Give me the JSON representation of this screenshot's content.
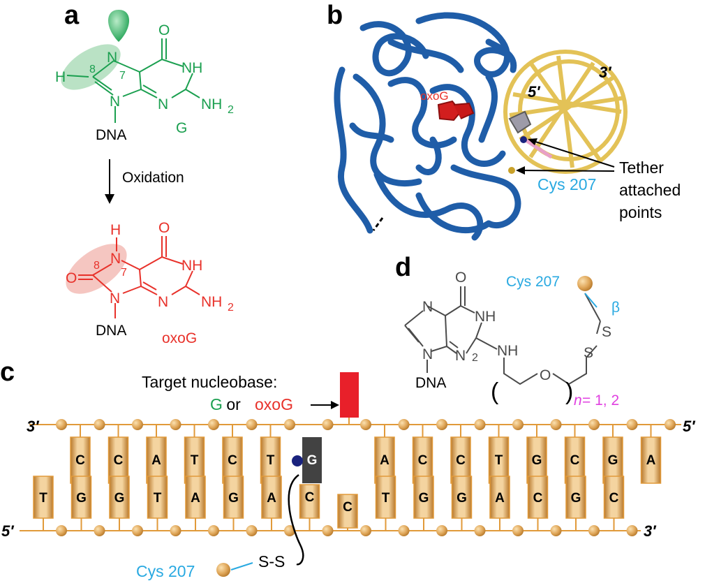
{
  "panels": {
    "a": "a",
    "b": "b",
    "c": "c",
    "d": "d"
  },
  "colors": {
    "guanine": "#1a9f4f",
    "oxog": "#e8312a",
    "cys": "#29a9e1",
    "n_label": "#e040e0",
    "strand": "#e19a3a",
    "base_fill": "#c98b35",
    "protein": "#1f5da8",
    "dna_helix": "#e3c257",
    "target": "#e8202a",
    "tether_base": "#424242"
  },
  "panel_a": {
    "g_atoms": {
      "n7": "N",
      "c8": "8",
      "h": "H",
      "seven": "7",
      "o": "O",
      "nh": "NH",
      "n9": "N",
      "n3": "N",
      "nh2": "NH",
      "nh2_sub": "2",
      "dna": "DNA",
      "name": "G"
    },
    "arrow_label": "Oxidation",
    "oxog_atoms": {
      "h": "H",
      "n7": "N",
      "eight": "8",
      "seven": "7",
      "o8": "O",
      "o6": "O",
      "nh": "NH",
      "n9": "N",
      "n3": "N",
      "nh2": "NH",
      "nh2_sub": "2",
      "dna": "DNA",
      "name": "oxoG"
    }
  },
  "panel_b": {
    "oxog": "oxoG",
    "five_prime": "5′",
    "three_prime": "3′",
    "cys": "Cys 207",
    "tether": [
      "Tether",
      "attached",
      "points"
    ]
  },
  "panel_d": {
    "cys": "Cys 207",
    "beta": "β",
    "s1": "S",
    "s2": "S",
    "o6": "O",
    "n7": "N",
    "nh1": "NH",
    "n9": "N",
    "n3": "N",
    "two": "2",
    "nh": "NH",
    "o_ether": "O",
    "dna": "DNA",
    "n_eq": "n",
    "n_vals": " = 1, 2",
    "paren_l": "(",
    "paren_r": ")"
  },
  "panel_c": {
    "target_label": "Target nucleobase:",
    "g": "G",
    "or": " or ",
    "oxog": "oxoG",
    "top_left": "3′",
    "top_right": "5′",
    "bottom_left": "5′",
    "bottom_right": "3′",
    "top_bases": [
      "C",
      "C",
      "A",
      "T",
      "C",
      "T",
      "G",
      "",
      "A",
      "C",
      "C",
      "T",
      "G",
      "C",
      "G",
      "A"
    ],
    "bottom_bases": [
      "T",
      "G",
      "G",
      "T",
      "A",
      "G",
      "A",
      "C",
      "C",
      "T",
      "G",
      "G",
      "A",
      "C",
      "G",
      "C"
    ],
    "cys": "Cys 207",
    "ss": "S-S"
  }
}
